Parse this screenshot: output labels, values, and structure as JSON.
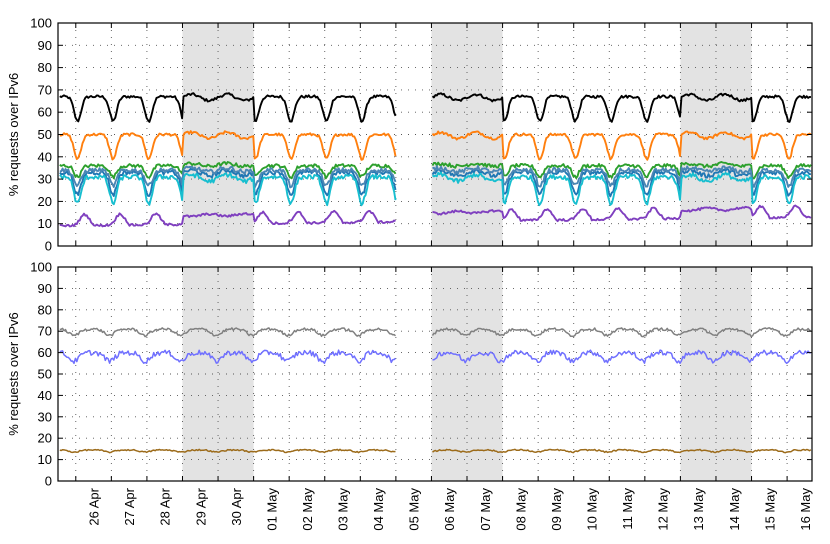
{
  "chart_data": [
    {
      "type": "line",
      "title": "",
      "xlabel": "",
      "ylabel": "% requests over IPv6",
      "ylim": [
        0,
        100
      ],
      "yticks": [
        0,
        10,
        20,
        30,
        40,
        50,
        60,
        70,
        80,
        90,
        100
      ],
      "xlim": [
        0,
        21.2
      ],
      "x_tick_labels": [
        "26 Apr",
        "27 Apr",
        "28 Apr",
        "29 Apr",
        "30 Apr",
        "01 May",
        "02 May",
        "03 May",
        "04 May",
        "05 May",
        "06 May",
        "07 May",
        "08 May",
        "09 May",
        "10 May",
        "11 May",
        "12 May",
        "13 May",
        "14 May",
        "15 May",
        "16 May"
      ],
      "grid": true,
      "weekend_shading_days": [
        [
          3.5,
          5.5
        ],
        [
          10.5,
          12.5
        ],
        [
          17.5,
          19.5
        ]
      ],
      "gap_days": [
        9.5,
        10.5
      ],
      "series": [
        {
          "color": "#000000",
          "baseline": 56,
          "peak": 67,
          "noise": 0.6,
          "shape": "dip"
        },
        {
          "color": "#ff7f0e",
          "baseline": 39,
          "peak": 50,
          "noise": 0.6,
          "shape": "dip"
        },
        {
          "color": "#2ca02c",
          "baseline": 31,
          "peak": 36,
          "noise": 0.8,
          "shape": "dip"
        },
        {
          "color": "#1f77b4",
          "baseline": 23,
          "peak": 33,
          "noise": 1.0,
          "shape": "dip"
        },
        {
          "color": "#4a86b4",
          "baseline": 27,
          "peak": 34,
          "noise": 1.0,
          "shape": "dip"
        },
        {
          "color": "#17becf",
          "baseline": 19,
          "peak": 31,
          "noise": 1.0,
          "shape": "dip"
        },
        {
          "color": "#7f3fbf",
          "baseline": 9,
          "peak": 14,
          "noise": 0.5,
          "shape": "rise"
        }
      ]
    },
    {
      "type": "line",
      "title": "",
      "xlabel": "",
      "ylabel": "% requests over IPv6",
      "ylim": [
        0,
        100
      ],
      "yticks": [
        0,
        10,
        20,
        30,
        40,
        50,
        60,
        70,
        80,
        90,
        100
      ],
      "xlim": [
        0,
        21.2
      ],
      "x_tick_labels": [
        "26 Apr",
        "27 Apr",
        "28 Apr",
        "29 Apr",
        "30 Apr",
        "01 May",
        "02 May",
        "03 May",
        "04 May",
        "05 May",
        "06 May",
        "07 May",
        "08 May",
        "09 May",
        "10 May",
        "11 May",
        "12 May",
        "13 May",
        "14 May",
        "15 May",
        "16 May"
      ],
      "grid": true,
      "weekend_shading_days": [
        [
          3.5,
          5.5
        ],
        [
          10.5,
          12.5
        ],
        [
          17.5,
          19.5
        ]
      ],
      "gap_days": [
        9.5,
        10.5
      ],
      "series": [
        {
          "color": "#808080",
          "baseline": 68,
          "peak": 71,
          "noise": 0.6,
          "shape": "wave"
        },
        {
          "color": "#7070ff",
          "baseline": 56,
          "peak": 60,
          "noise": 1.2,
          "shape": "wave"
        },
        {
          "color": "#9c6b1a",
          "baseline": 13.5,
          "peak": 14.5,
          "noise": 0.3,
          "shape": "wave"
        }
      ]
    }
  ]
}
